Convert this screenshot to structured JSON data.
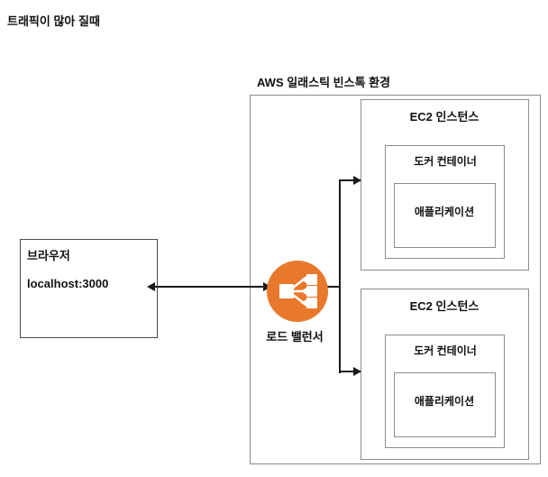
{
  "page": {
    "title": "트래픽이 많아 질때",
    "background": "#ffffff"
  },
  "colors": {
    "load_balancer_orange": "#E8792C",
    "box_border": "#8c8c8c",
    "box_border_dark": "#4d4d4d",
    "connector": "#1a1a1a",
    "text": "#111111"
  },
  "browser": {
    "title": "브라우저",
    "url": "localhost:3000"
  },
  "load_balancer": {
    "label": "로드 밸런서",
    "icon": "load-balancer-fanout-icon"
  },
  "aws": {
    "title": "AWS 일래스틱 빈스톡 환경",
    "instances": [
      {
        "label": "EC2 인스턴스",
        "docker": {
          "label": "도커 컨테이너",
          "app": {
            "label": "애플리케이션"
          }
        }
      },
      {
        "label": "EC2 인스턴스",
        "docker": {
          "label": "도커 컨테이너",
          "app": {
            "label": "애플리케이션"
          }
        }
      }
    ]
  },
  "connectors": [
    {
      "name": "browser-to-loadbalancer",
      "direction": "bidirectional"
    },
    {
      "name": "loadbalancer-to-ec2-1",
      "direction": "right"
    },
    {
      "name": "loadbalancer-to-ec2-2",
      "direction": "right"
    }
  ]
}
